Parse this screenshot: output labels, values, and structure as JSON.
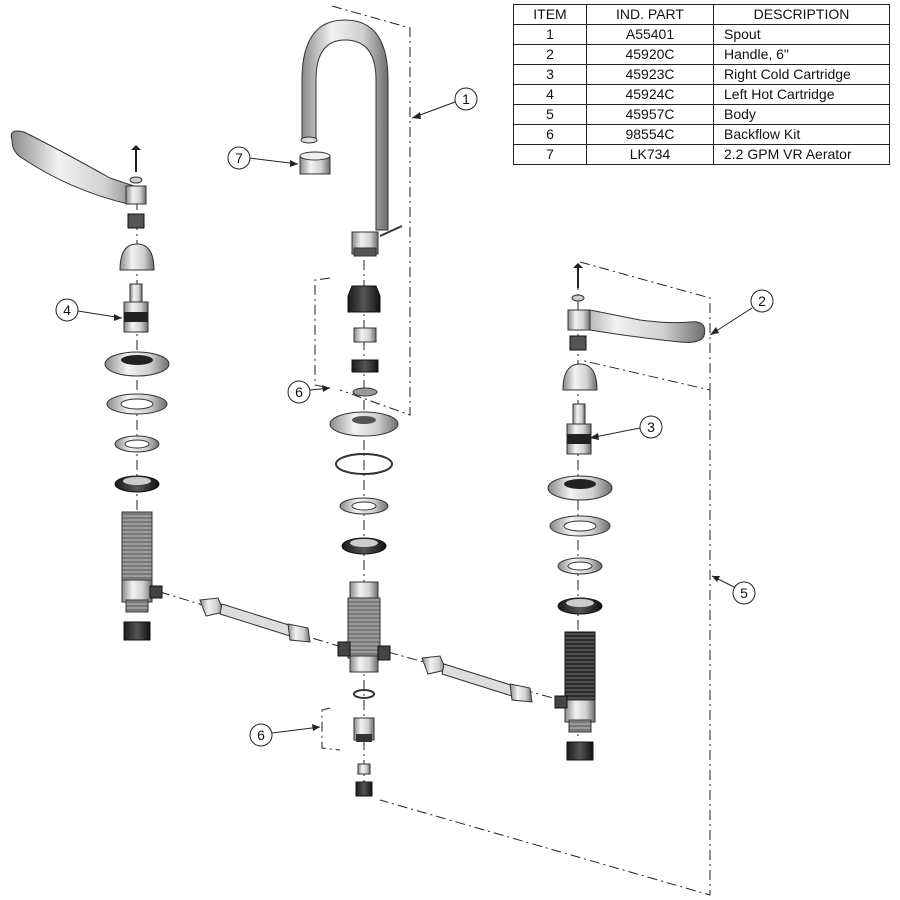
{
  "parts_table": {
    "headers": {
      "item": "ITEM",
      "part": "IND. PART",
      "description": "DESCRIPTION"
    },
    "rows": [
      {
        "item": "1",
        "part": "A55401",
        "description": "Spout"
      },
      {
        "item": "2",
        "part": "45920C",
        "description": "Handle, 6\""
      },
      {
        "item": "3",
        "part": "45923C",
        "description": "Right Cold Cartridge"
      },
      {
        "item": "4",
        "part": "45924C",
        "description": "Left Hot Cartridge"
      },
      {
        "item": "5",
        "part": "45957C",
        "description": "Body"
      },
      {
        "item": "6",
        "part": "98554C",
        "description": "Backflow Kit"
      },
      {
        "item": "7",
        "part": "LK734",
        "description": "2.2 GPM VR Aerator"
      }
    ]
  },
  "callouts": {
    "spout": "1",
    "handle": "2",
    "right_cartridge": "3",
    "left_cartridge": "4",
    "body": "5",
    "backflow_upper": "6",
    "backflow_lower": "6",
    "aerator": "7"
  }
}
